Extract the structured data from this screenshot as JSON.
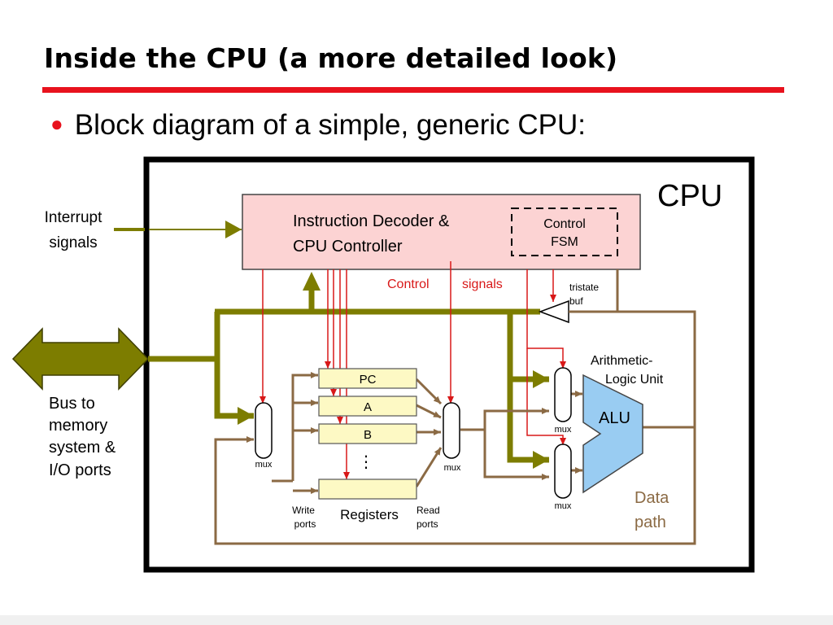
{
  "slide": {
    "title": "Inside the CPU (a more detailed look)",
    "bullet": "Block diagram of a simple, generic CPU:"
  },
  "diagram": {
    "cpu_label": "CPU",
    "interrupt_label_1": "Interrupt",
    "interrupt_label_2": "signals",
    "bus_label_1": "Bus to",
    "bus_label_2": "memory",
    "bus_label_3": "system &",
    "bus_label_4": "I/O ports",
    "decoder_line_1": "Instruction Decoder &",
    "decoder_line_2": "CPU Controller",
    "fsm_line_1": "Control",
    "fsm_line_2": "FSM",
    "control_word": "Control",
    "signals_word": "signals",
    "tristate_1": "tristate",
    "tristate_2": "buf",
    "reg_pc": "PC",
    "reg_a": "A",
    "reg_b": "B",
    "reg_dots": "⋮",
    "registers_label": "Registers",
    "write_1": "Write",
    "write_2": "ports",
    "read_1": "Read",
    "read_2": "ports",
    "mux": "mux",
    "alu_title_1": "Arithmetic-",
    "alu_title_2": "Logic Unit",
    "alu": "ALU",
    "datapath_1": "Data",
    "datapath_2": "path"
  },
  "colors": {
    "accent_red": "#e8121d",
    "bus_olive": "#7d7d00",
    "datapath_brown": "#8b6a44",
    "control_red": "#d81818",
    "decoder_fill": "#fcd3d3",
    "register_fill": "#fdf9c4",
    "alu_fill": "#99ccf2"
  }
}
